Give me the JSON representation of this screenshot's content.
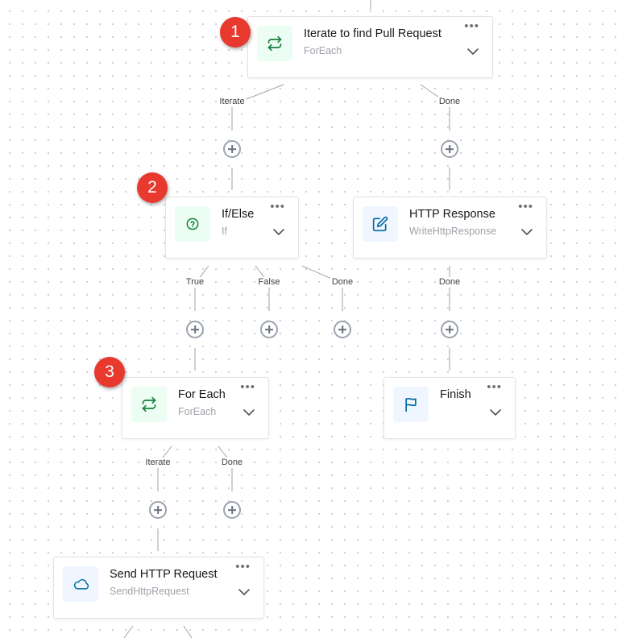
{
  "nodes": {
    "iterate": {
      "title": "Iterate to find Pull Request",
      "subtitle": "ForEach",
      "icon": "repeat-icon"
    },
    "ifelse": {
      "title": "If/Else",
      "subtitle": "If",
      "icon": "help-circle-icon"
    },
    "http_response": {
      "title": "HTTP Response",
      "subtitle": "WriteHttpResponse",
      "icon": "edit-icon"
    },
    "foreach": {
      "title": "For Each",
      "subtitle": "ForEach",
      "icon": "repeat-icon"
    },
    "finish": {
      "title": "Finish",
      "subtitle": "",
      "icon": "flag-icon"
    },
    "send_http": {
      "title": "Send HTTP Request",
      "subtitle": "SendHttpRequest",
      "icon": "cloud-icon"
    }
  },
  "node_menu_label": "•••",
  "edges": {
    "iterate": "Iterate",
    "done": "Done",
    "true": "True",
    "false": "False"
  },
  "badges": {
    "one": "1",
    "two": "2",
    "three": "3"
  },
  "colors": {
    "badge": "#e8392f",
    "icon_green": "#15803d",
    "icon_blue": "#0369a1",
    "icon_green_bg": "#ecfdf3",
    "icon_blue_bg": "#eff6ff"
  }
}
